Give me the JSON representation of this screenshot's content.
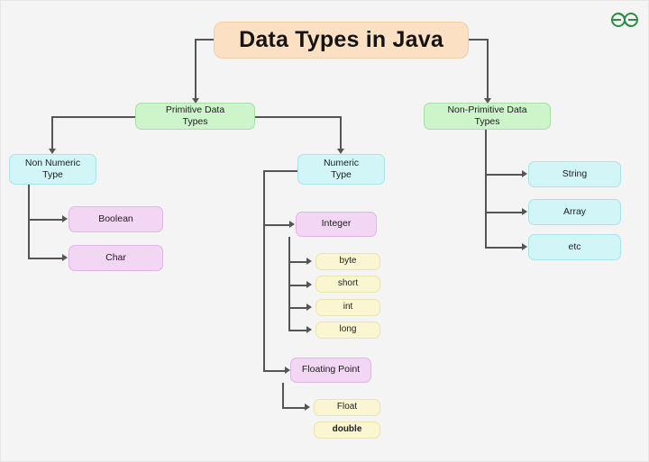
{
  "diagram": {
    "title": "Data Types in Java",
    "background_color": "#f4f4f4",
    "connector_color": "#555555",
    "nodes": {
      "root": "Data Types in Java",
      "primitive": "Primitive Data\nTypes",
      "non_primitive": "Non-Primitive Data\nTypes",
      "non_numeric": "Non Numeric\nType",
      "numeric": "Numeric\nType",
      "boolean": "Boolean",
      "char": "Char",
      "integer": "Integer",
      "byte": "byte",
      "short": "short",
      "int": "int",
      "long": "long",
      "floating_point": "Floating Point",
      "float": "Float",
      "double": "double",
      "string": "String",
      "array": "Array",
      "etc": "etc"
    },
    "colors": {
      "title_fill": "#fbe0c3",
      "green_fill": "#cdf4cb",
      "cyan_fill": "#d2f6f7",
      "purple_fill": "#f3d5f4",
      "yellow_fill": "#fbf6d2"
    }
  },
  "branding": {
    "logo_name": "geeksforgeeks-logo",
    "logo_color": "#2f8d46"
  }
}
